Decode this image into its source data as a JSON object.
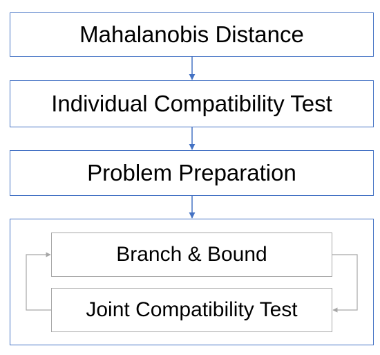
{
  "diagram": {
    "steps": [
      {
        "id": "mahalanobis",
        "label": "Mahalanobis Distance"
      },
      {
        "id": "individual",
        "label": "Individual Compatibility Test"
      },
      {
        "id": "preparation",
        "label": "Problem Preparation"
      }
    ],
    "loop": {
      "branch": {
        "label": "Branch & Bound"
      },
      "joint": {
        "label": "Joint Compatibility Test"
      }
    },
    "colors": {
      "main_border": "#4472c4",
      "inner_border": "#a6a6a6",
      "arrow_main": "#4472c4",
      "arrow_loop": "#a6a6a6",
      "text": "#000000"
    }
  }
}
